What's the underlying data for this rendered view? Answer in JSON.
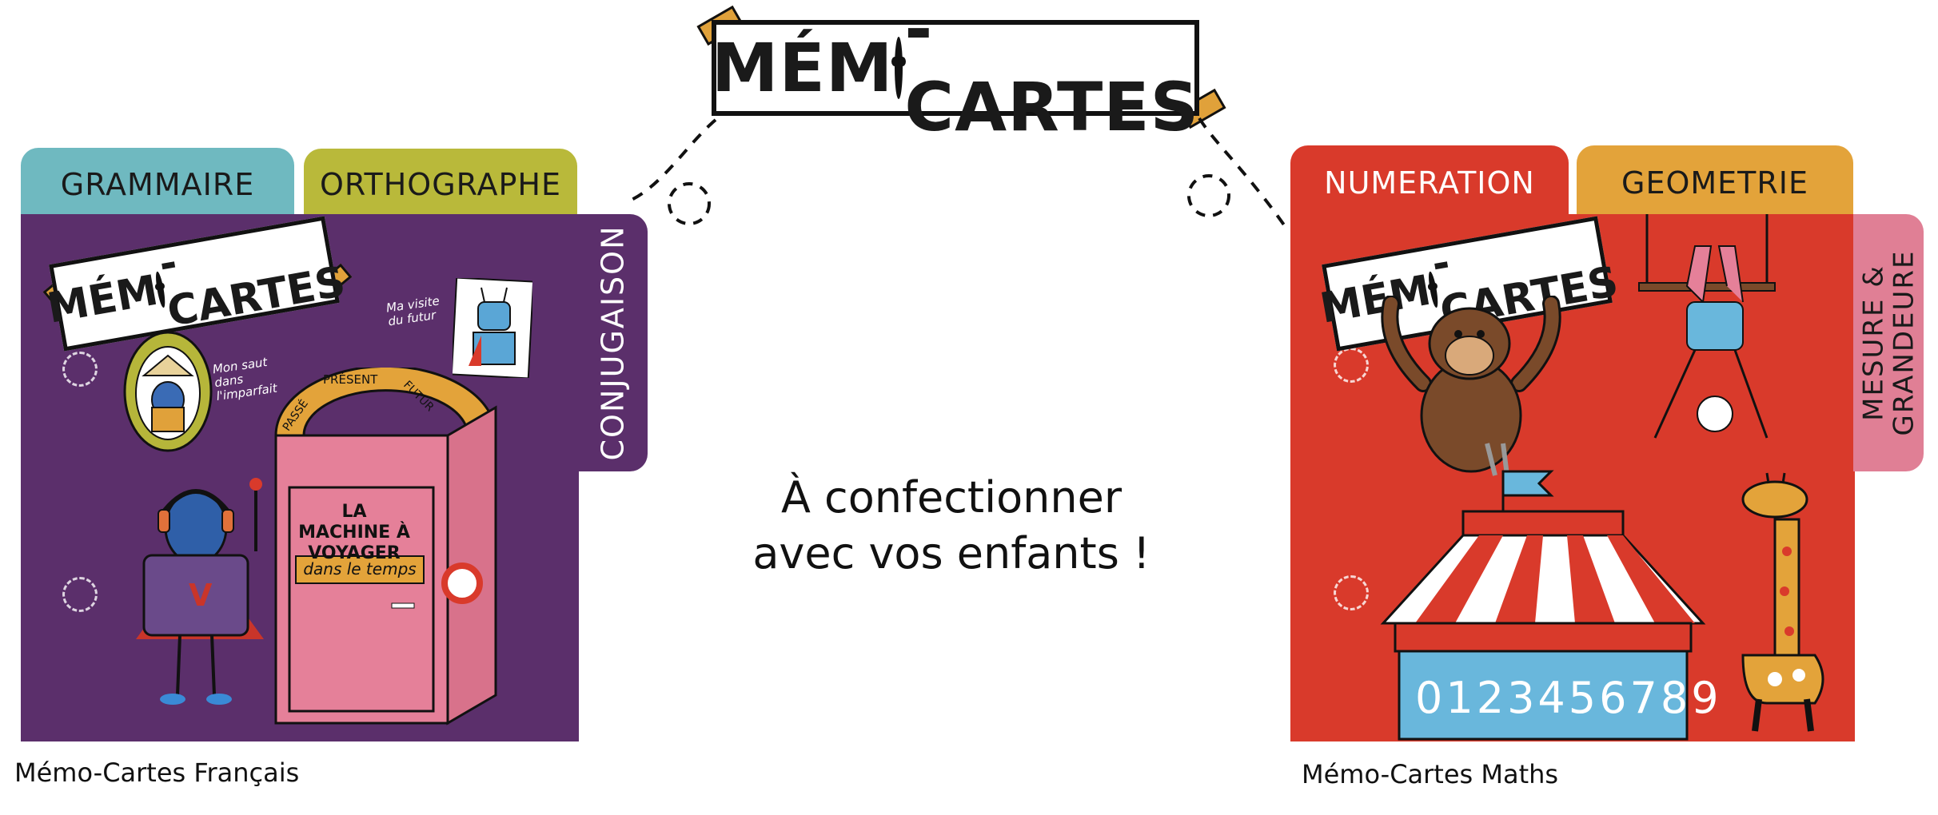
{
  "banner": {
    "title_left": "MÉM",
    "title_right": "-CARTES"
  },
  "center": {
    "line1": "À confectionner",
    "line2": "avec vos enfants !"
  },
  "francais": {
    "caption": "Mémo-Cartes Français",
    "tabs": [
      "GRAMMAIRE",
      "ORTHOGRAPHE"
    ],
    "side_tab": "CONJUGAISON",
    "banner_left": "MÉM",
    "banner_right": "-CARTES",
    "note_portrait": "Mon saut dans l'imparfait",
    "note_future": "Ma visite du futur",
    "arch_labels": [
      "PASSÉ",
      "PRÉSENT",
      "FUTUR"
    ],
    "machine_title": "LA MACHINE À VOYAGER",
    "machine_sub": "dans le temps",
    "shirt_letter": "V",
    "colors": {
      "folder": "#5b2f6b",
      "tab1": "#6fb9c0",
      "tab2": "#b9b93a",
      "door": "#e58099"
    }
  },
  "maths": {
    "caption": "Mémo-Cartes Maths",
    "tabs": [
      "NUMERATION",
      "GEOMETRIE"
    ],
    "side_tab": "MESURE & GRANDEURE",
    "banner_left": "MÉM",
    "banner_right": "-CARTES",
    "digits": "0123456789",
    "colors": {
      "folder": "#d93a2b",
      "tab1": "#d93a2b",
      "tab2": "#e3a33a",
      "side": "#e07f95",
      "circus": "#69b7dc"
    }
  },
  "icons": [
    "smiley-icon",
    "monkey-icon",
    "giraffe-icon",
    "acrobat-icon",
    "circus-tent-icon",
    "robot-icon",
    "time-machine-icon"
  ]
}
